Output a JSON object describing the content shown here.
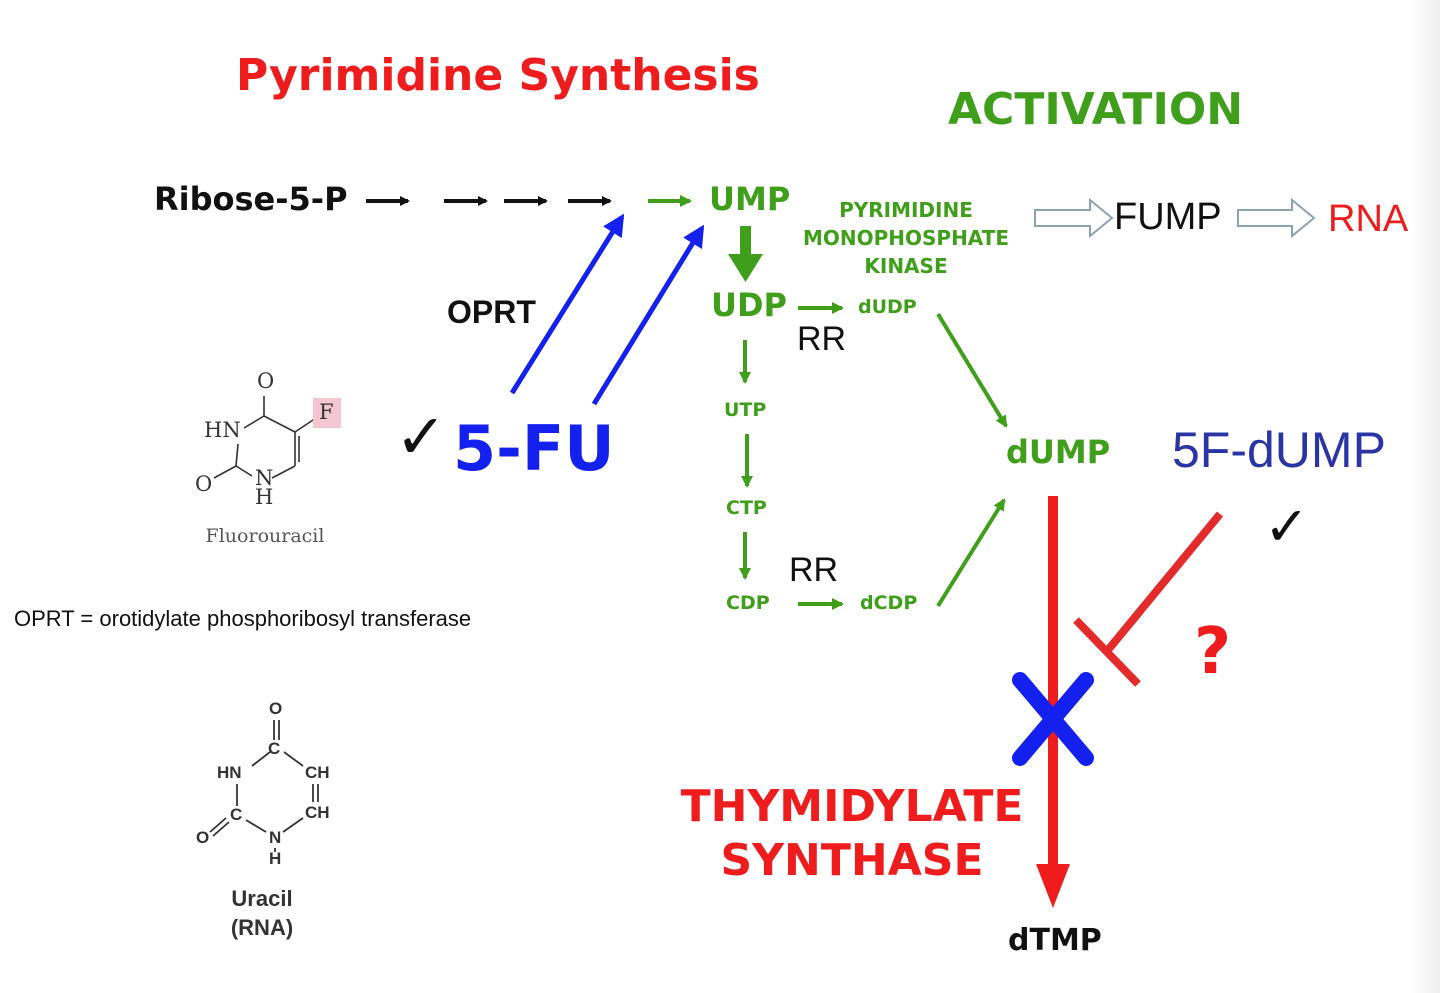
{
  "colors": {
    "red": "#ee1c1c",
    "green": "#3f9e1a",
    "blue": "#1421ee",
    "navy": "#2a34a4",
    "black": "#111111",
    "gray": "#555555"
  },
  "title": "Pyrimidine Synthesis",
  "activation": "ACTIVATION",
  "pathway": {
    "ribose": "Ribose-5-P",
    "ump": "UMP",
    "udp": "UDP",
    "utp": "UTP",
    "ctp": "CTP",
    "cdp": "CDP",
    "dudp": "dUDP",
    "dcdp": "dCDP",
    "rr_1": "RR",
    "rr_2": "RR",
    "kinase": "PYRIMIDINE\nMONOPHOSPHATE\nKINASE",
    "fump": "FUMP",
    "rna": "RNA",
    "dump": "dUMP",
    "fdump": "5F-dUMP",
    "dtmp": "dTMP"
  },
  "drug": {
    "oprt": "OPRT",
    "name": "5-FU",
    "check": "✓",
    "check_fdump": "✓",
    "question": "?"
  },
  "enzyme": "THYMIDYLATE\nSYNTHASE",
  "oprt_definition": "OPRT = orotidylate phosphoribosyl transferase",
  "fluorouracil": {
    "o": "O",
    "hn": "HN",
    "o2": "O",
    "nh_n": "N",
    "nh_h": "H",
    "f": "F",
    "caption": "Fluorouracil"
  },
  "uracil": {
    "o_top": "O",
    "c_top": "C",
    "hn": "HN",
    "ch_1": "CH",
    "ch_2": "CH",
    "c_left": "C",
    "o_left": "O",
    "n": "N",
    "h": "H",
    "caption": "Uracil\n(RNA)"
  }
}
